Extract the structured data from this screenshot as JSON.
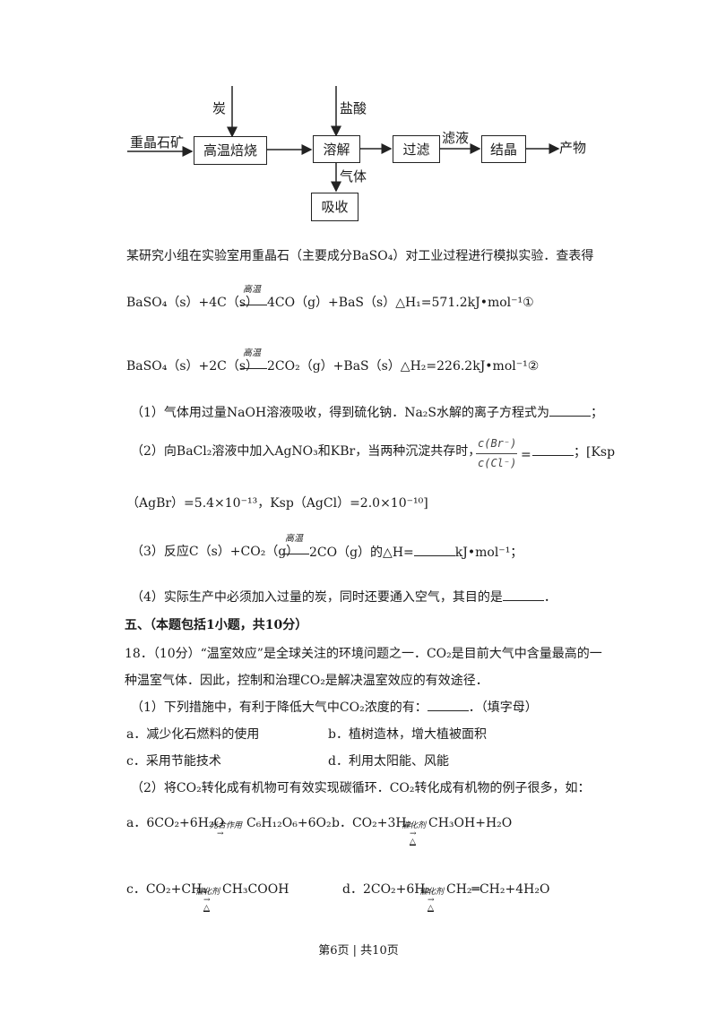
{
  "flowchart": {
    "input_carbon": "炭",
    "input_ore": "重晶石矿",
    "input_acid": "盐酸",
    "step_roast": "高温焙烧",
    "step_dissolve": "溶解",
    "step_filter": "过滤",
    "step_crystallize": "结晶",
    "step_absorb": "吸收",
    "label_gas": "气体",
    "label_filtrate": "滤液",
    "output_product": "产物"
  },
  "intro_line": "某研究小组在实验室用重晶石（主要成分BaSO₄）对工业过程进行模拟实验．查表得",
  "eq1": {
    "left": "BaSO₄（s）+4C（s）",
    "condition": "高温",
    "right": "4CO（g）+BaS（s）△H₁=571.2kJ•mol⁻¹①"
  },
  "eq2": {
    "left": "BaSO₄（s）+2C（s）",
    "condition": "高温",
    "right": "2CO₂（g）+BaS（s）△H₂=226.2kJ•mol⁻¹②"
  },
  "q1": "（1）气体用过量NaOH溶液吸收，得到硫化钠．Na₂S水解的离子方程式为",
  "q1_end": "；",
  "q2": "（2）向BaCl₂溶液中加入AgNO₃和KBr，当两种沉淀共存时，",
  "q2_frac_num": "c(Br⁻)",
  "q2_frac_den": "c(Cl⁻)",
  "q2_eq": "=",
  "q2_end": "；[Ksp",
  "q2_cont": "（AgBr）=5.4×10⁻¹³，Ksp（AgCl）=2.0×10⁻¹⁰]",
  "q3_left": "（3）反应C（s）+CO₂（g）",
  "q3_condition": "高温",
  "q3_right": "2CO（g）的△H=",
  "q3_end": "kJ•mol⁻¹；",
  "q4": "（4）实际生产中必须加入过量的炭，同时还要通入空气，其目的是",
  "q4_end": "．",
  "section5": "五、（本题包括1小题，共10分）",
  "q18_line1": "18．（10分）“温室效应”是全球关注的环境问题之一．CO₂是目前大气中含量最高的一",
  "q18_line2": "种温室气体．因此，控制和治理CO₂是解决温室效应的有效途径．",
  "q18_sub1": "（1）下列措施中，有利于降低大气中CO₂浓度的有：",
  "q18_sub1_end": "．（填字母）",
  "opt_a": "a．减少化石燃料的使用",
  "opt_b": "b．植树造林，增大植被面积",
  "opt_c": "c．采用节能技术",
  "opt_d": "d．利用太阳能、风能",
  "q18_sub2": "（2）将CO₂转化成有机物可有效实现碳循环．CO₂转化成有机物的例子很多，如：",
  "rxn_a_left": "a．6CO₂+6H₂O",
  "rxn_a_cond": "光合作用",
  "rxn_a_right": "C₆H₁₂O₆+6O₂",
  "rxn_b_left": "b．CO₂+3H₂",
  "rxn_b_cond": "催化剂",
  "rxn_b_right": "CH₃OH+H₂O",
  "rxn_c_left": "c．CO₂+CH₄",
  "rxn_c_cond": "催化剂",
  "rxn_c_right": "CH₃COOH",
  "rxn_d_left": "d．2CO₂+6H₂",
  "rxn_d_cond": "催化剂",
  "rxn_d_right": "CH₂═CH₂+4H₂O",
  "delta": "△",
  "footer": "第6页 | 共10页"
}
